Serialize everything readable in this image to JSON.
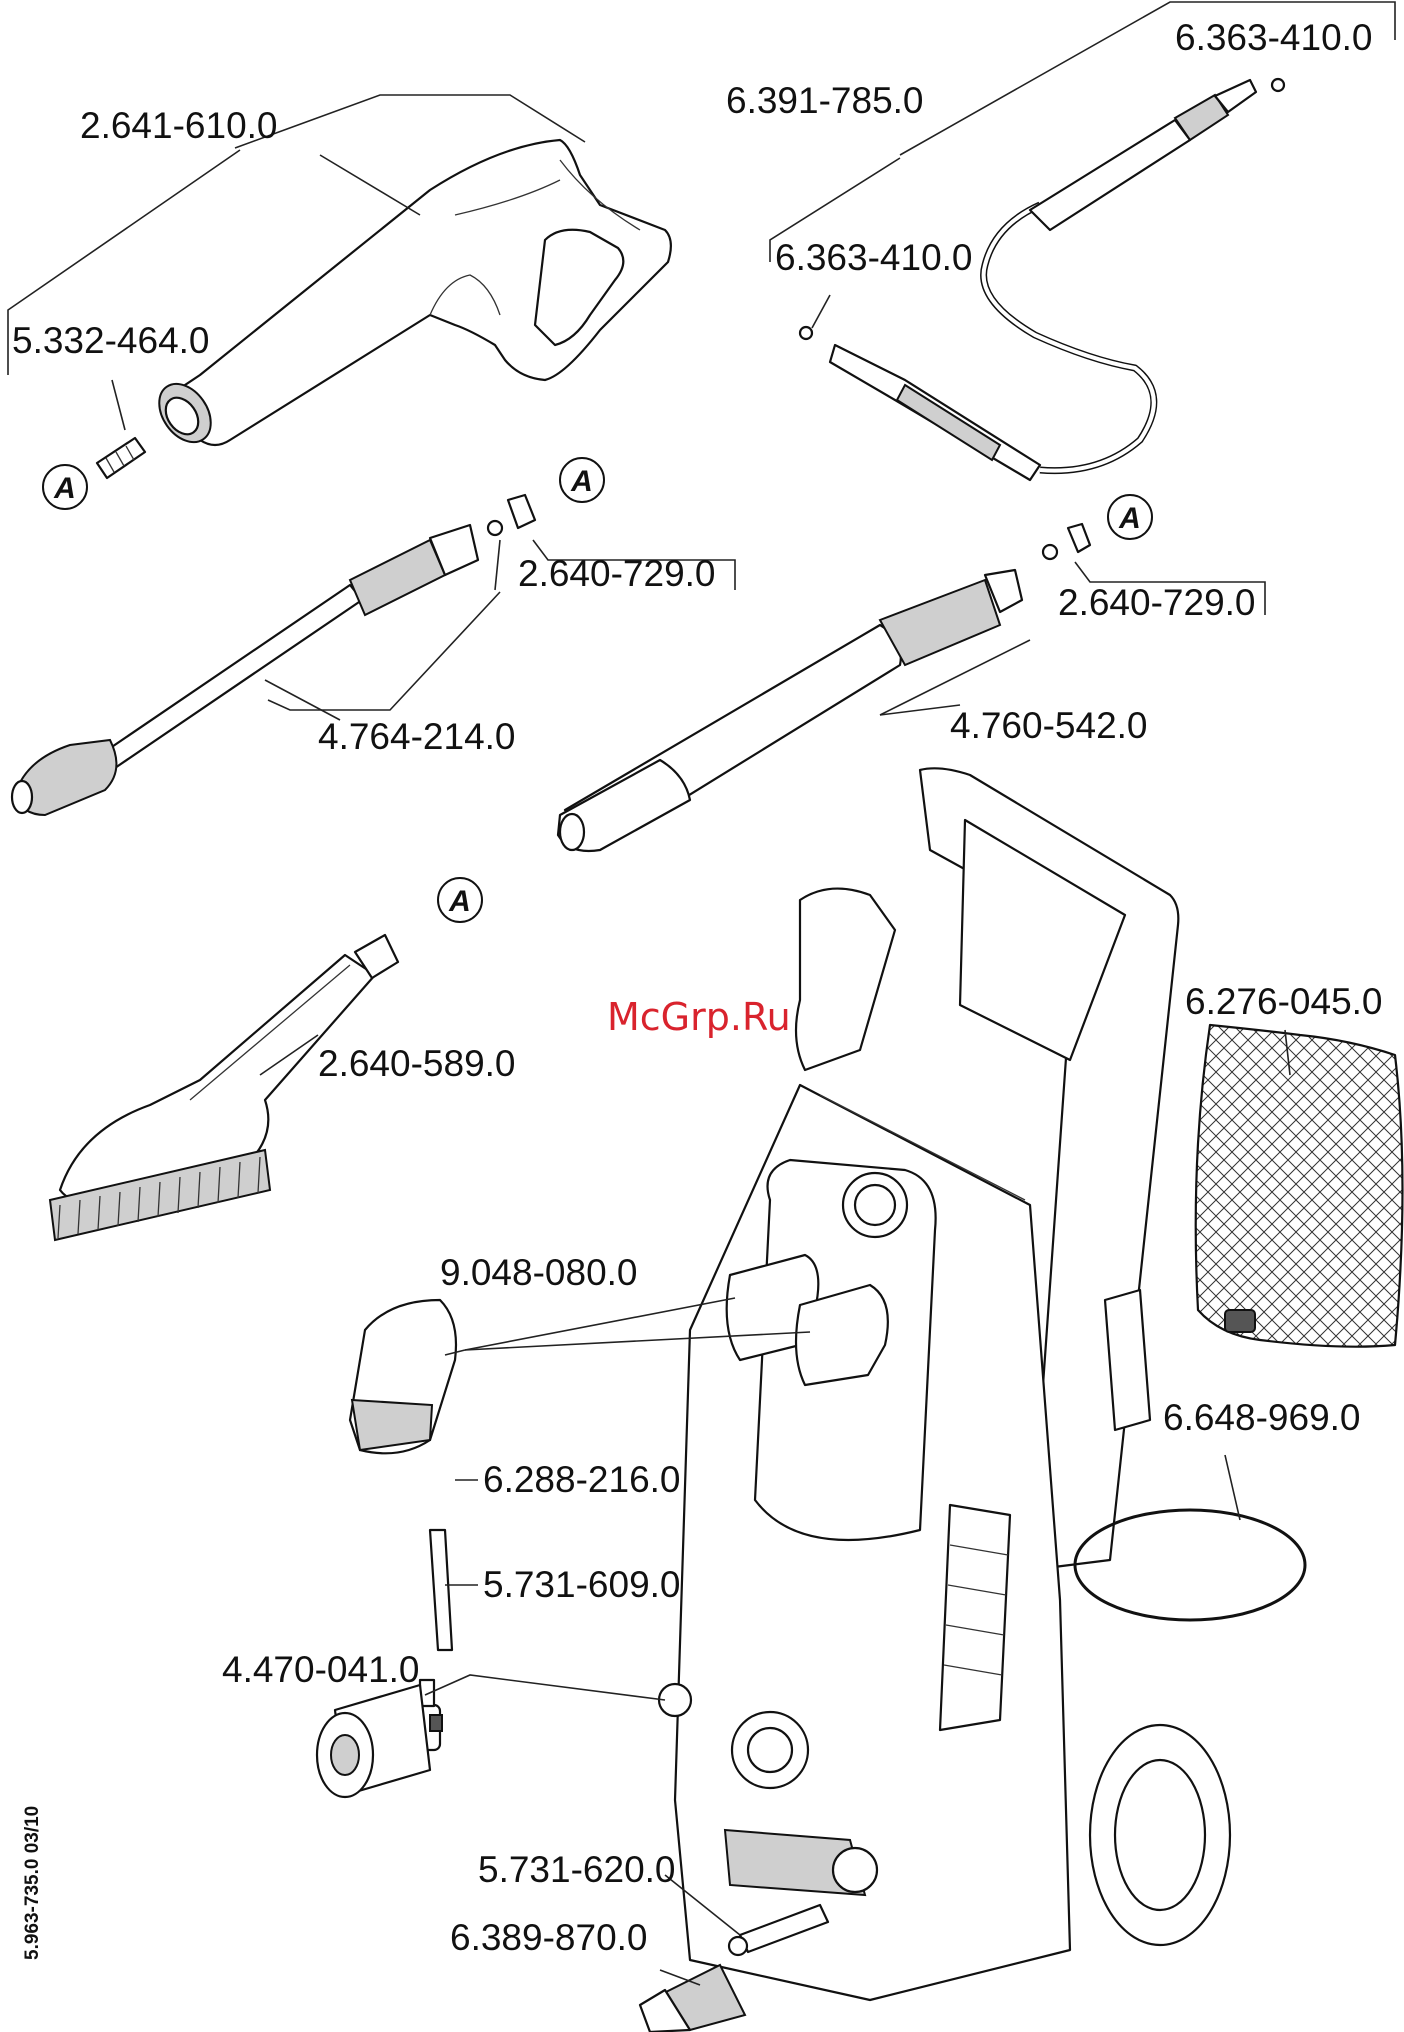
{
  "watermark": "McGrp.Ru",
  "document_number": "5.963-735.0  03/10",
  "marker_letter": "A",
  "parts": [
    {
      "key": "spray_gun",
      "number": "2.641-610.0"
    },
    {
      "key": "nozzle_spring",
      "number": "5.332-464.0"
    },
    {
      "key": "hose_oring_top",
      "number": "6.363-410.0"
    },
    {
      "key": "hose",
      "number": "6.391-785.0"
    },
    {
      "key": "hose_oring_side",
      "number": "6.363-410.0"
    },
    {
      "key": "oring_lance_left",
      "number": "2.640-729.0"
    },
    {
      "key": "lance_dirt_blaster",
      "number": "4.764-214.0"
    },
    {
      "key": "oring_lance_right",
      "number": "2.640-729.0"
    },
    {
      "key": "lance_vario",
      "number": "4.760-542.0"
    },
    {
      "key": "wash_brush",
      "number": "2.640-589.0"
    },
    {
      "key": "filter_net",
      "number": "6.276-045.0"
    },
    {
      "key": "knob_cap",
      "number": "9.048-080.0"
    },
    {
      "key": "hose_hook",
      "number": "6.648-969.0"
    },
    {
      "key": "rod",
      "number": "6.288-216.0"
    },
    {
      "key": "connector",
      "number": "5.731-609.0"
    },
    {
      "key": "inlet_filter",
      "number": "4.470-041.0"
    },
    {
      "key": "inlet_pin",
      "number": "5.731-620.0"
    },
    {
      "key": "hose_coupling",
      "number": "6.389-870.0"
    }
  ]
}
